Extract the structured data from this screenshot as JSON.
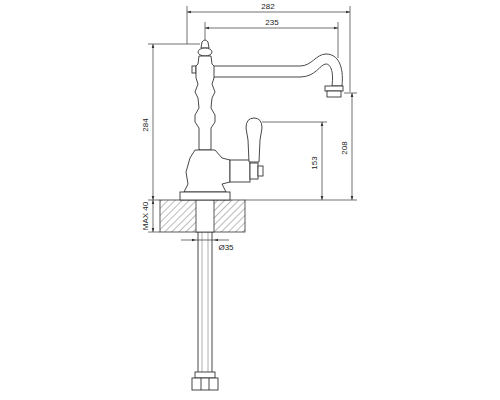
{
  "diagram": {
    "labels": [
      "282",
      "235",
      "284",
      "208",
      "153",
      "MAX 40",
      "Ø35"
    ]
  }
}
